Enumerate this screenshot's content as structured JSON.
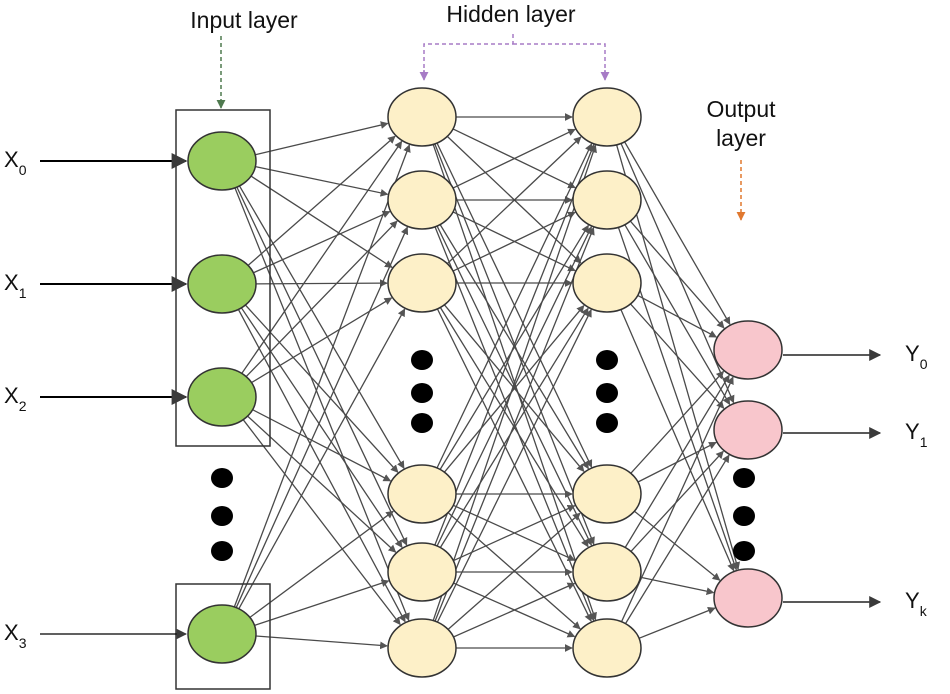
{
  "labels": {
    "input_layer": "Input layer",
    "hidden_layer": "Hidden layer",
    "output_layer_line1": "Output",
    "output_layer_line2": "layer"
  },
  "inputs": [
    {
      "base": "X",
      "sub": "0"
    },
    {
      "base": "X",
      "sub": "1"
    },
    {
      "base": "X",
      "sub": "2"
    },
    {
      "base": "X",
      "sub": "3"
    }
  ],
  "outputs": [
    {
      "base": "Y",
      "sub": "0"
    },
    {
      "base": "Y",
      "sub": "1"
    },
    {
      "base": "Y",
      "sub": "k"
    }
  ],
  "colors": {
    "input_node": "#9acd5f",
    "hidden_node": "#fdf0c8",
    "output_node": "#f8c6cc",
    "edge": "#4a4a4a",
    "input_pointer": "#4f7a4f",
    "hidden_pointer": "#a77bc6",
    "output_pointer": "#e0782f"
  }
}
